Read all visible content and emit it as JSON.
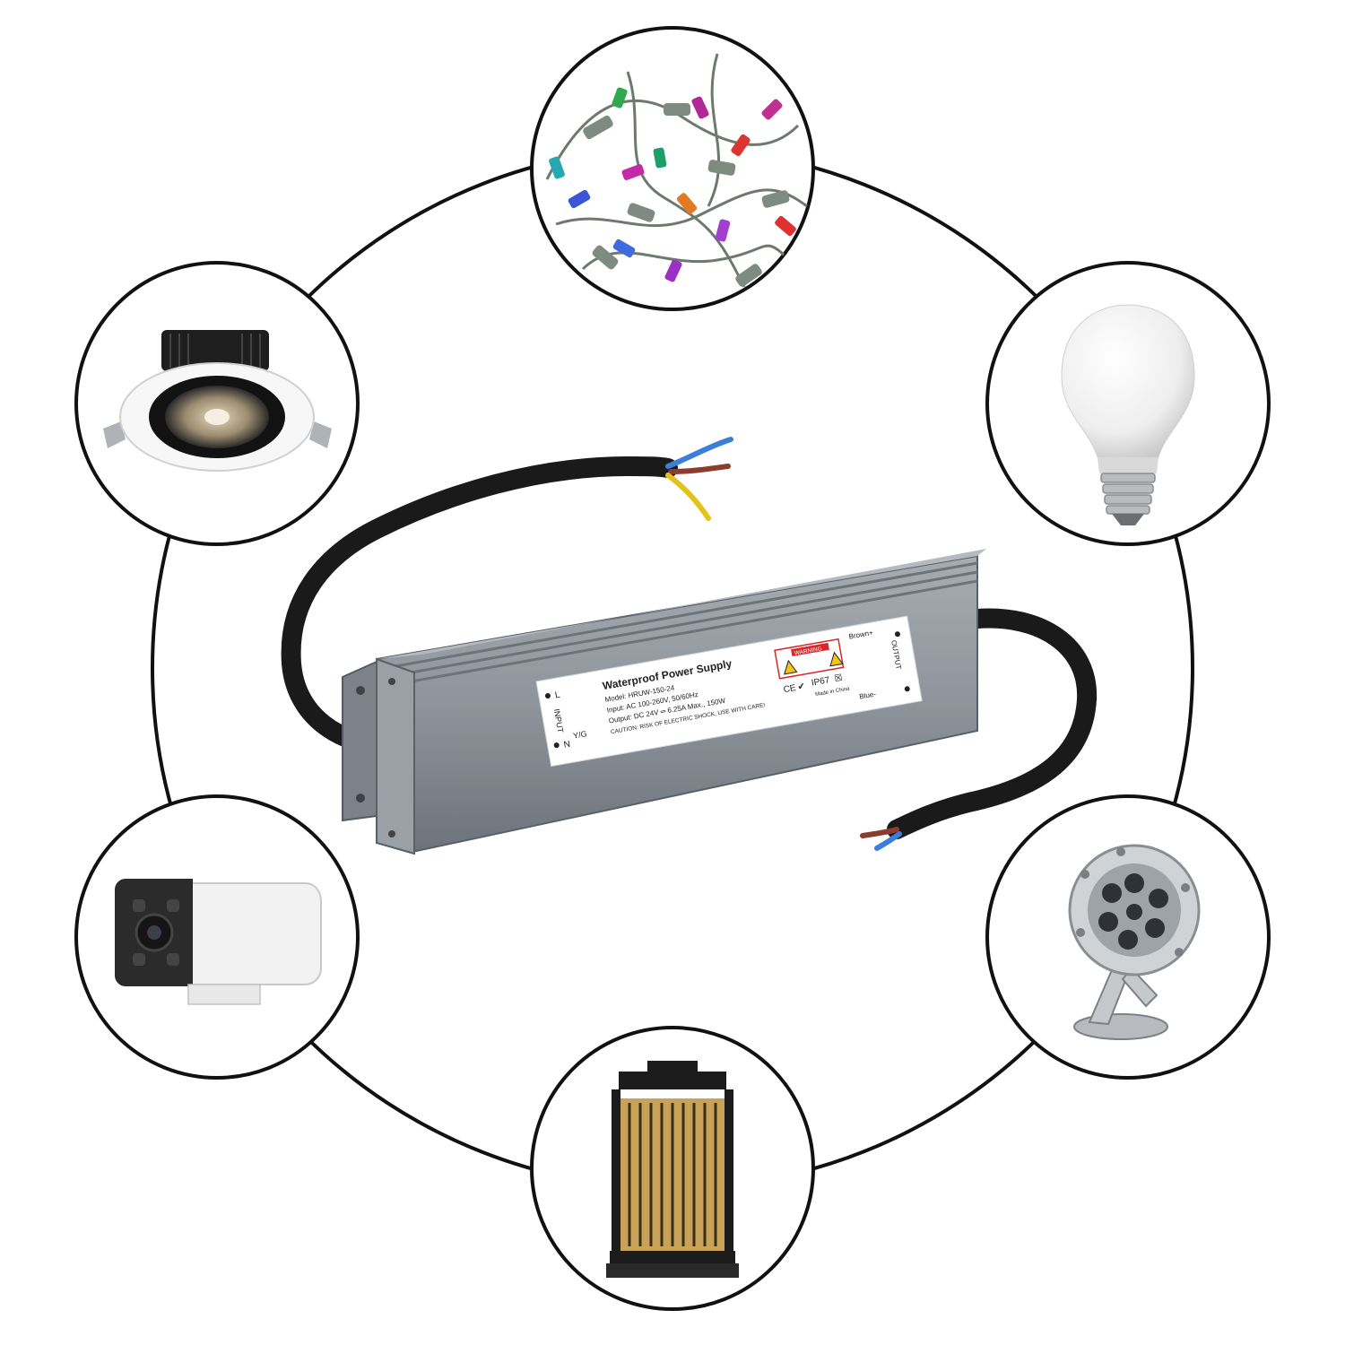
{
  "colors": {
    "background": "#ffffff",
    "ring": "#111111",
    "housing": "#8d939a",
    "housing_dark": "#5e646b",
    "cable": "#1a1a1a",
    "label_bg": "#ffffff",
    "warning": "#d8262b"
  },
  "label": {
    "title": "Waterproof Power Supply",
    "model": "Model: HRUW-150-24",
    "input": "Input: AC 100-260V, 50/60Hz",
    "output": "Output: DC 24V ═ 6.25A Max., 150W",
    "caution": "CAUTION: RISK OF ELECTRIC SHOCK, USE WITH CARE!",
    "input_side": "INPUT",
    "l": "L",
    "n": "N",
    "yg": "Y/G",
    "output_side": "OUTPUT",
    "brown": "Brown+",
    "blue": "Blue-",
    "warning": "WARNING",
    "ce": "CE",
    "ip": "IP67",
    "made_in": "Made in China"
  },
  "applications": [
    {
      "name": "string-lights",
      "icon": "string-lights-icon"
    },
    {
      "name": "light-bulb",
      "icon": "light-bulb-icon"
    },
    {
      "name": "underwater-spotlight",
      "icon": "underwater-spotlight-icon"
    },
    {
      "name": "garden-lantern",
      "icon": "garden-lantern-icon"
    },
    {
      "name": "security-camera",
      "icon": "security-camera-icon"
    },
    {
      "name": "downlight",
      "icon": "downlight-icon"
    }
  ]
}
